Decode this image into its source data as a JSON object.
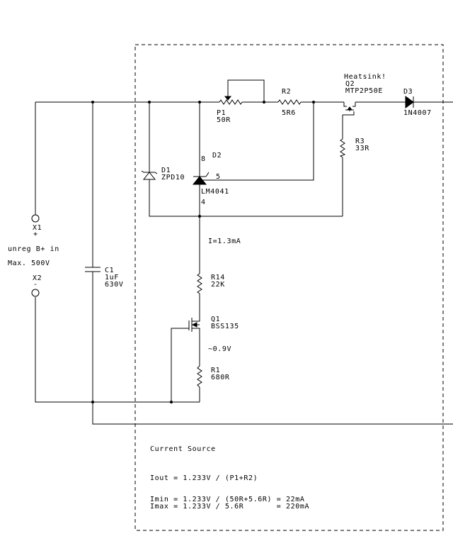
{
  "components": {
    "p1": {
      "ref": "P1",
      "value": "50R"
    },
    "r2": {
      "ref": "R2",
      "value": "5R6"
    },
    "q2": {
      "note": "Heatsink!",
      "ref": "Q2",
      "value": "MTP2P50E"
    },
    "d3": {
      "ref": "D3",
      "value": "1N4007"
    },
    "r3": {
      "ref": "R3",
      "value": "33R"
    },
    "d1": {
      "ref": "D1",
      "value": "ZPD10"
    },
    "d2": {
      "ref": "D2",
      "value": "LM4041",
      "pin8": "8",
      "pin5": "5",
      "pin4": "4"
    },
    "c1": {
      "ref": "C1",
      "value": "1uF",
      "voltage": "630V"
    },
    "r14": {
      "ref": "R14",
      "value": "22K"
    },
    "q1": {
      "ref": "Q1",
      "value": "BSS135"
    },
    "r1": {
      "ref": "R1",
      "value": "680R"
    },
    "x1": {
      "ref": "X1",
      "sign": "+"
    },
    "x2": {
      "ref": "X2",
      "sign": "-"
    }
  },
  "input_label": {
    "line1": "unreg B+ in",
    "line2": "Max. 500V"
  },
  "annotations": {
    "current": "I=1.3mA",
    "voltage": "~0.9V"
  },
  "notes": {
    "title": "Current Source",
    "iout": "Iout = 1.233V / (P1+R2)",
    "imin": "Imin = 1.233V / (50R+5.6R) = 22mA",
    "imax": "Imax = 1.233V / 5.6R       = 220mA"
  }
}
